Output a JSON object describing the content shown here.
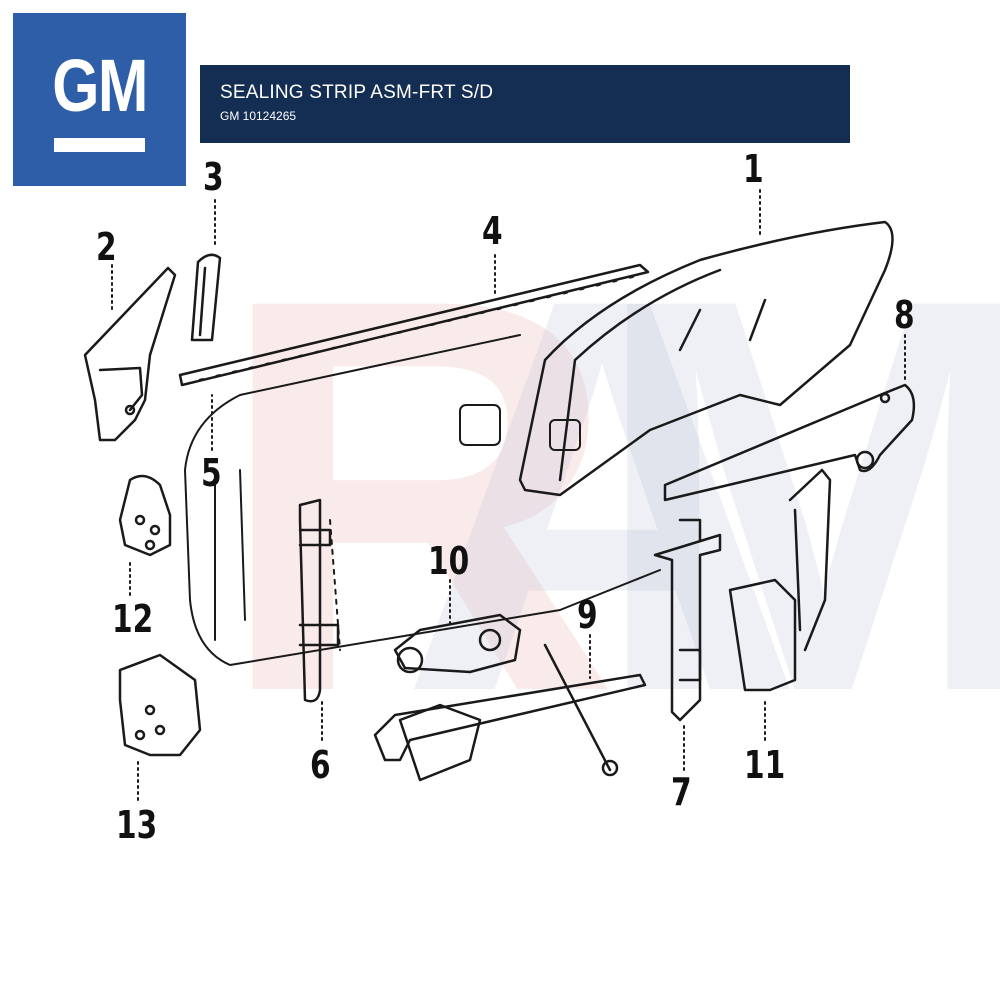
{
  "logo": {
    "text": "GM",
    "color": "#2f5ea8"
  },
  "header": {
    "title": "SEALING STRIP ASM-FRT S/D",
    "part_number": "GM 10124265",
    "background": "#142d52"
  },
  "watermark": {
    "letters": [
      "R",
      "A",
      "M"
    ],
    "colors": [
      "#e07a7a",
      "#8a9cc0",
      "#8a9cc0"
    ]
  },
  "callouts": [
    "1",
    "2",
    "3",
    "4",
    "5",
    "6",
    "7",
    "8",
    "9",
    "10",
    "11",
    "12",
    "13"
  ]
}
